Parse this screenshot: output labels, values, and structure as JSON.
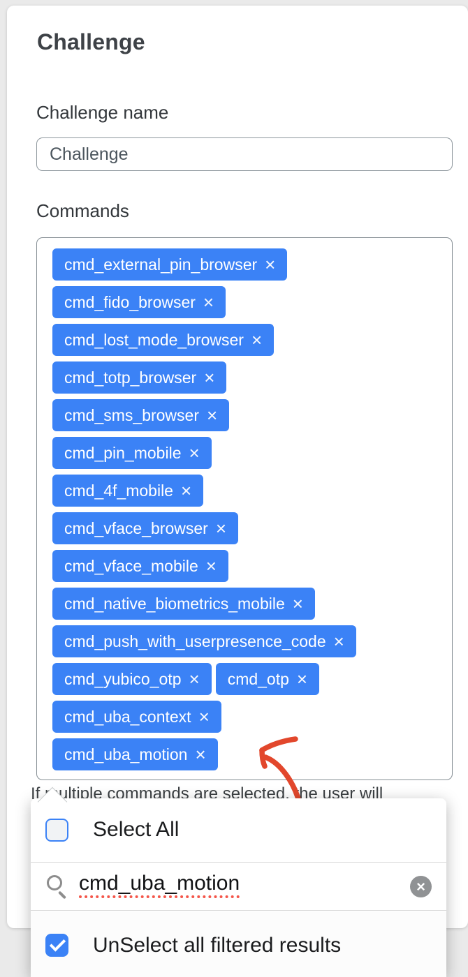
{
  "page": {
    "heading": "Challenge"
  },
  "form": {
    "name_field": {
      "label": "Challenge name",
      "value": "Challenge"
    },
    "commands_field": {
      "label": "Commands",
      "chip_rows": [
        [
          "cmd_external_pin_browser"
        ],
        [
          "cmd_fido_browser"
        ],
        [
          "cmd_lost_mode_browser"
        ],
        [
          "cmd_totp_browser"
        ],
        [
          "cmd_sms_browser"
        ],
        [
          "cmd_pin_mobile"
        ],
        [
          "cmd_4f_mobile"
        ],
        [
          "cmd_vface_browser"
        ],
        [
          "cmd_vface_mobile"
        ],
        [
          "cmd_native_biometrics_mobile"
        ],
        [
          "cmd_push_with_userpresence_code"
        ],
        [
          "cmd_yubico_otp",
          "cmd_otp"
        ],
        [
          "cmd_uba_context"
        ],
        [
          "cmd_uba_motion"
        ]
      ],
      "remove_icon_glyph": "×"
    },
    "help_text_visible": "If multiple commands are selected, the user will"
  },
  "dropdown": {
    "select_all": {
      "label": "Select All",
      "checked": false
    },
    "search": {
      "value": "cmd_uba_motion",
      "clear_icon_glyph": "×"
    },
    "unselect_filtered": {
      "label": "UnSelect all filtered results",
      "checked": true
    }
  },
  "annotation": {
    "arrow_color": "#e2472c"
  },
  "colors": {
    "chip_bg": "#3b82f6",
    "checkbox_blue": "#3b82f6"
  }
}
